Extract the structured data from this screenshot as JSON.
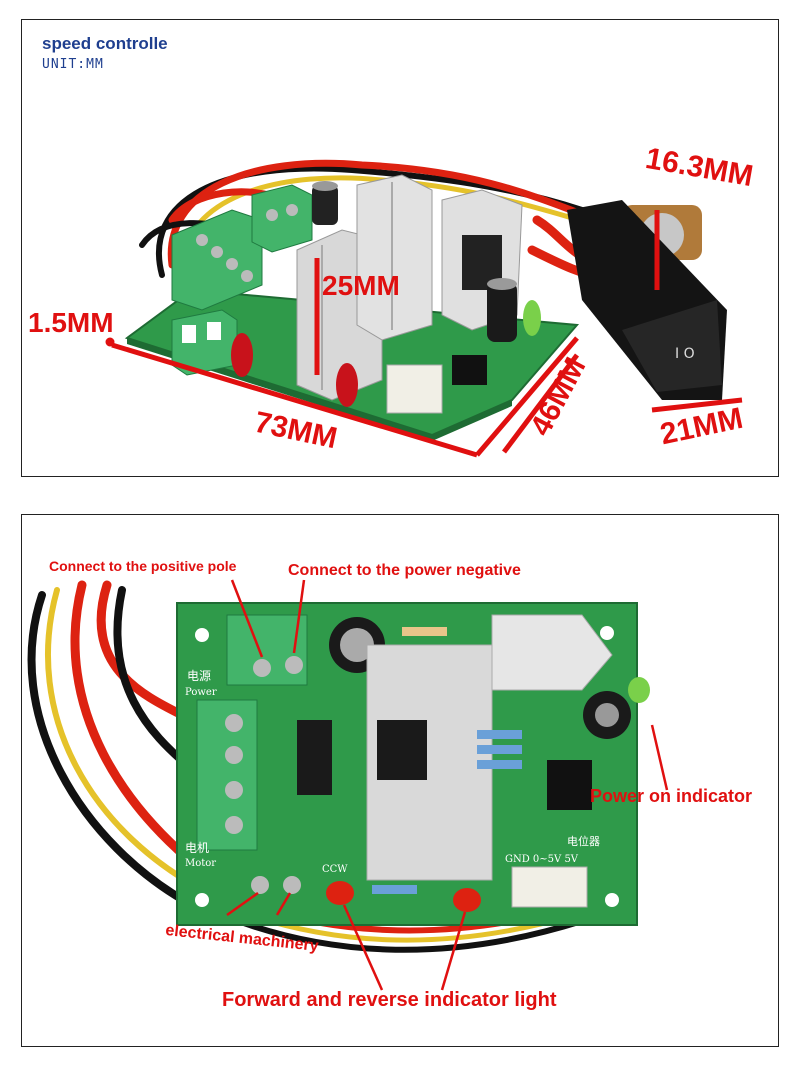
{
  "top_panel": {
    "title": "speed controlle",
    "unit": "UNIT:MM",
    "dimensions": {
      "pot_diameter": "16.3MM",
      "heatsink_height": "25MM",
      "board_thickness": "1.5MM",
      "board_length": "73MM",
      "board_width": "46MM",
      "switch_width": "21MM"
    }
  },
  "bottom_panel": {
    "labels": {
      "positive_pole": "Connect to the positive pole",
      "power_negative": "Connect to the power negative",
      "power_on": "Power on indicator",
      "motor": "electrical machinery",
      "fwd_rev": "Forward and reverse indicator light"
    },
    "board_text": {
      "power_cn": "电源",
      "power_en": "Power",
      "motor_cn": "电机",
      "motor_en": "Motor",
      "ccw": "CCW",
      "pot_cn": "电位器",
      "pot_pins": "GND 0~5V 5V"
    }
  },
  "colors": {
    "annotation": "#e01010",
    "title": "#1f3f8f",
    "pcb": "#2f9a4a"
  }
}
